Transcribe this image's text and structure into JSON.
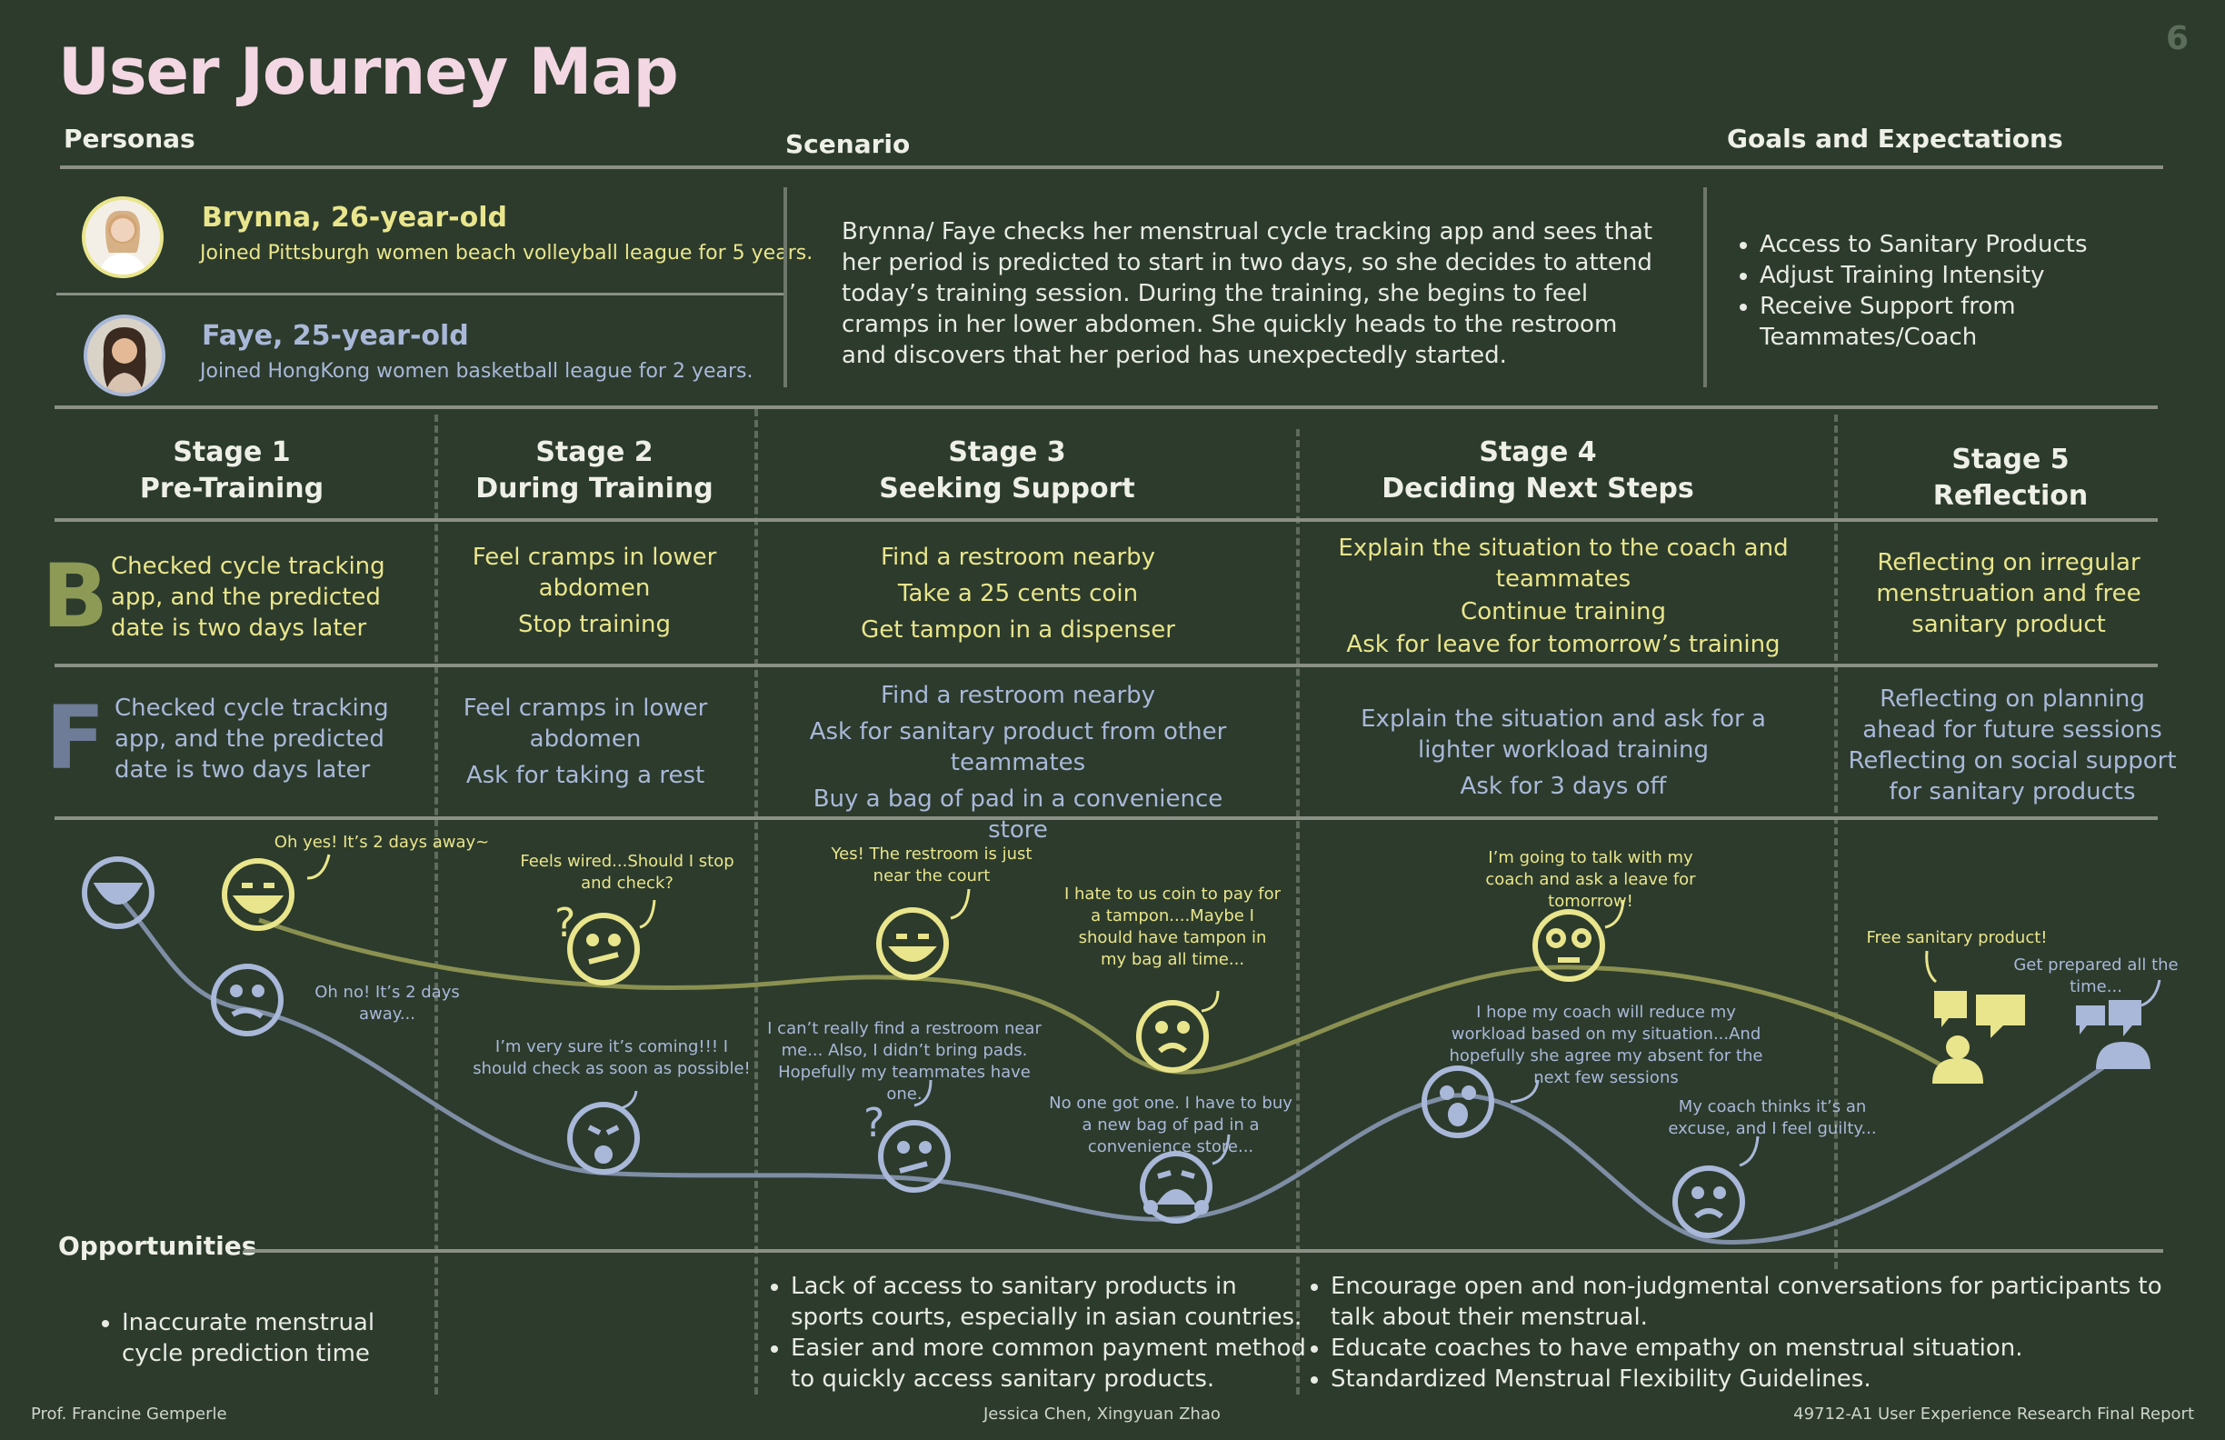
{
  "page": {
    "title": "User Journey Map",
    "number": "6"
  },
  "headers": {
    "personas": "Personas",
    "scenario": "Scenario",
    "goals": "Goals and Expectations"
  },
  "personas": [
    {
      "name": "Brynna, 26-year-old",
      "desc": "Joined Pittsburgh women beach volleyball league for 5 years.",
      "color": "#e9e58c"
    },
    {
      "name": "Faye, 25-year-old",
      "desc": "Joined HongKong women basketball league for 2 years.",
      "color": "#a9b8d8"
    }
  ],
  "scenario": "Brynna/ Faye checks her menstrual cycle tracking app and sees that her period is predicted to start in two days, so she decides to attend today’s training session. During the training, she begins to feel cramps in her lower abdomen. She quickly heads to the restroom and discovers that her period has unexpectedly started.",
  "goals": [
    "Access to Sanitary Products",
    "Adjust Training Intensity",
    "Receive Support from Teammates/Coach"
  ],
  "stages": [
    {
      "num": "Stage 1",
      "name": "Pre-Training"
    },
    {
      "num": "Stage 2",
      "name": "During Training"
    },
    {
      "num": "Stage 3",
      "name": "Seeking Support"
    },
    {
      "num": "Stage 4",
      "name": "Deciding Next Steps"
    },
    {
      "num": "Stage 5",
      "name": "Reflection"
    }
  ],
  "row_labels": {
    "b": "B",
    "f": "F"
  },
  "brynna_actions": [
    [
      "Checked cycle tracking app, and the predicted date is two days later"
    ],
    [
      "Feel cramps in lower abdomen",
      "Stop training"
    ],
    [
      "Find a restroom nearby",
      "Take a 25 cents coin",
      "Get tampon in a dispenser"
    ],
    [
      "Explain the situation to the coach and teammates",
      "Continue training",
      "Ask for leave for tomorrow’s training"
    ],
    [
      "Reflecting on irregular menstruation and free sanitary product"
    ]
  ],
  "faye_actions": [
    [
      "Checked cycle tracking app, and the predicted date is two days later"
    ],
    [
      "Feel cramps in lower abdomen",
      "Ask for taking a rest"
    ],
    [
      "Find a restroom nearby",
      "Ask for sanitary product from other teammates",
      "Buy a bag of pad in a convenience store"
    ],
    [
      "Explain the situation and ask for a lighter workload training",
      "Ask for 3 days off"
    ],
    [
      "Reflecting on planning ahead for future sessions",
      "Reflecting on social support for sanitary products"
    ]
  ],
  "bubbles": {
    "b1": "Oh yes! It’s 2 days away~",
    "f1": "Oh no! It’s 2 days away...",
    "b2": "Feels wired...Should I stop and check?",
    "f2": "I’m very sure it’s coming!!! I should check as soon as possible!",
    "b3": "Yes! The restroom is just near the court",
    "f3": "I can’t really find a restroom near me... Also, I didn’t bring pads. Hopefully my teammates have one.",
    "b3b": "I hate to us coin to pay for a tampon....Maybe I should have tampon in my bag all time...",
    "f3b": "No one got one. I have to buy a new bag of pad in a convenience store...",
    "b4": "I’m going to talk with my coach and ask a leave for tomorrow!",
    "f4": "I hope my coach will reduce my workload based on my situation...And hopefully she agree my absent for the next few sessions",
    "f4b": "My coach thinks it’s an excuse, and I feel guilty...",
    "b5": "Free sanitary product!",
    "f5": "Get prepared all the time..."
  },
  "opportunities": {
    "label": "Opportunities",
    "col1": [
      "Inaccurate menstrual cycle prediction time"
    ],
    "col3": [
      "Lack of access to sanitary products in sports courts, especially in asian countries.",
      "Easier and more common payment method to quickly access sanitary products."
    ],
    "col4": [
      "Encourage open and non-judgmental conversations for participants to talk about their menstrual.",
      "Educate coaches to have empathy on menstrual situation.",
      "Standardized Menstrual Flexibility Guidelines."
    ]
  },
  "footer": {
    "left": "Prof. Francine Gemperle",
    "center": "Jessica Chen, Xingyuan Zhao",
    "right": "49712-A1 User Experience Research Final Report"
  },
  "colors": {
    "background": "#2c3b2c",
    "brynna": "#e9e58c",
    "faye": "#a9b8d8",
    "title": "#f3d7e3"
  }
}
